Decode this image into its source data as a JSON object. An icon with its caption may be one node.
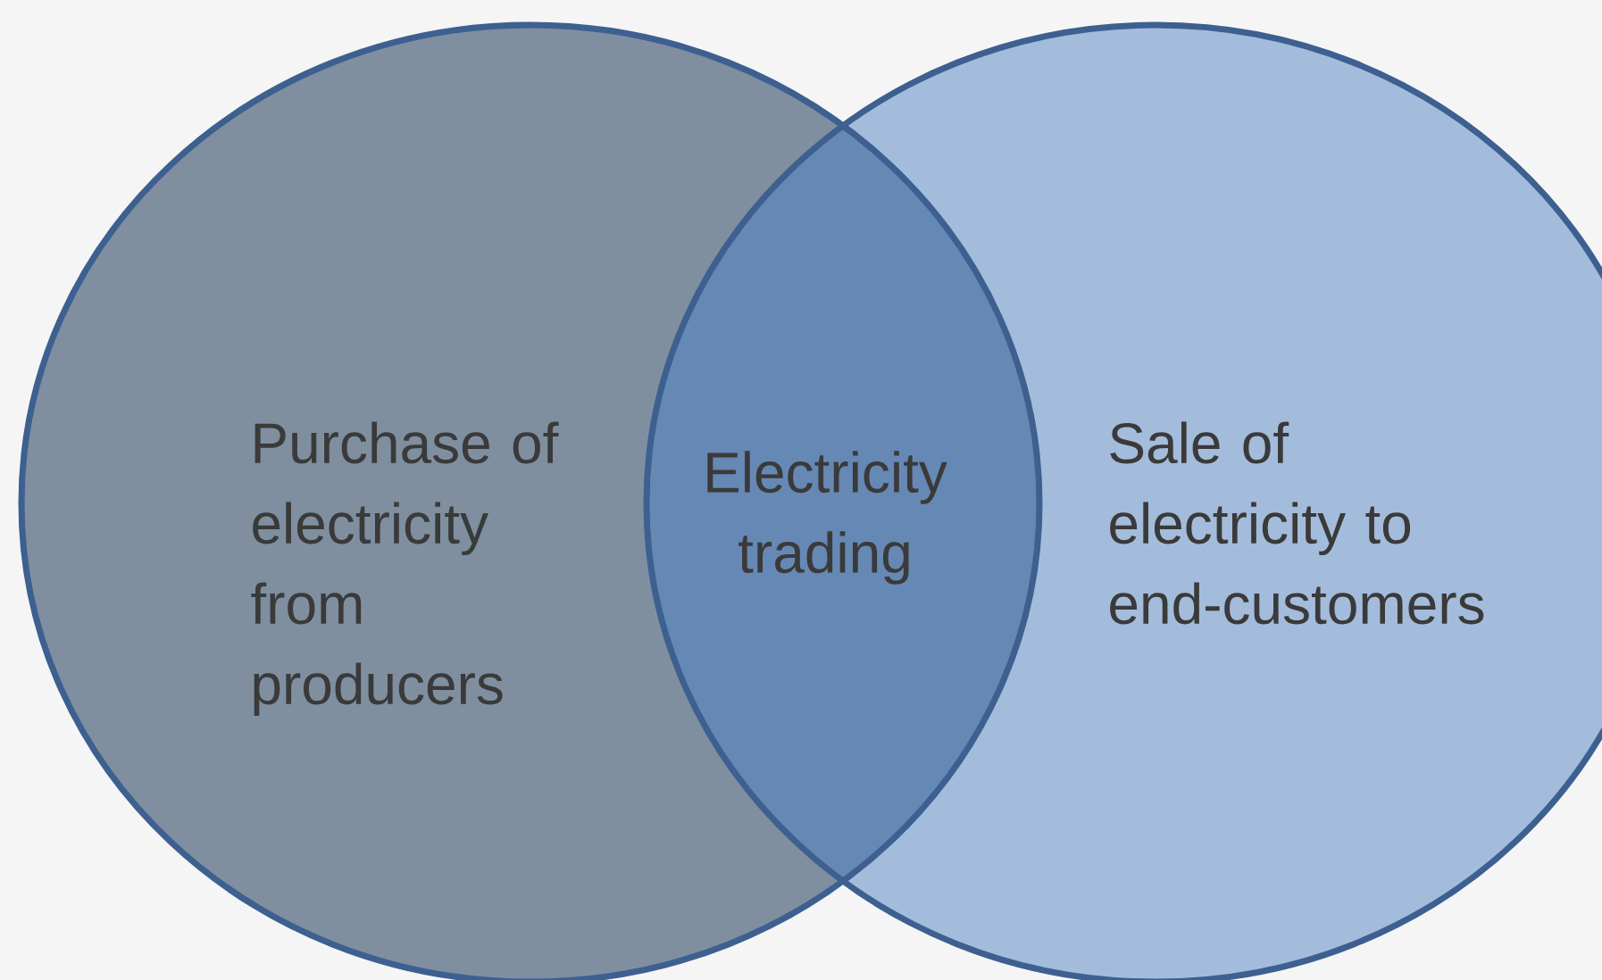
{
  "diagram": {
    "nodes": [
      {
        "text": [
          "Purchase of electricity from producers"
        ]
      },
      {
        "text": [
          "Electricity trading"
        ]
      },
      {
        "text": [
          "Sale of electricity to end-customers"
        ]
      }
    ]
  }
}
